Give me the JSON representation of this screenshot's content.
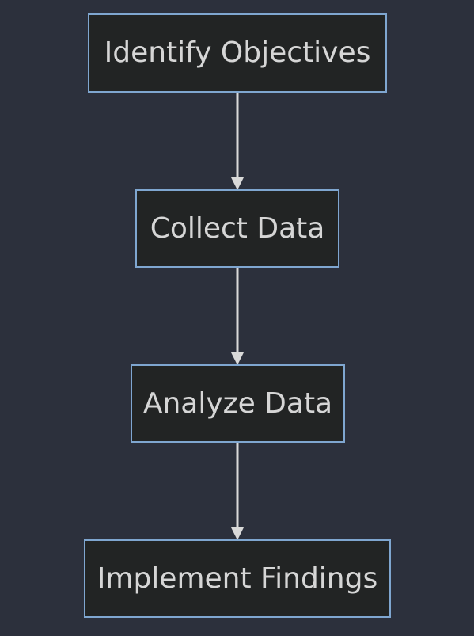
{
  "diagram": {
    "type": "flowchart",
    "direction": "top-to-bottom",
    "colors": {
      "background": "#2c303c",
      "node_fill": "#222424",
      "node_border": "#7fa6d0",
      "text": "#d6d6d6",
      "edge": "#d9d9d9"
    },
    "nodes": [
      {
        "id": "n1",
        "label": "Identify Objectives"
      },
      {
        "id": "n2",
        "label": "Collect Data"
      },
      {
        "id": "n3",
        "label": "Analyze Data"
      },
      {
        "id": "n4",
        "label": "Implement Findings"
      }
    ],
    "edges": [
      {
        "from": "n1",
        "to": "n2"
      },
      {
        "from": "n2",
        "to": "n3"
      },
      {
        "from": "n3",
        "to": "n4"
      }
    ]
  }
}
